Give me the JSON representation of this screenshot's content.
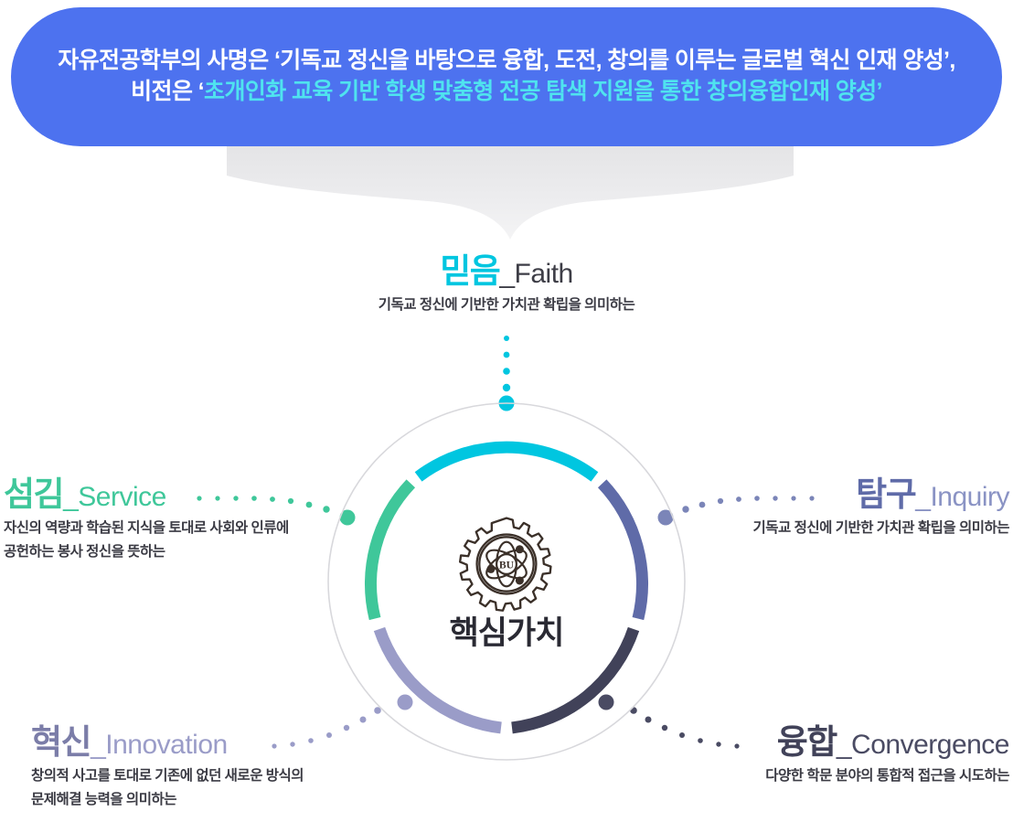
{
  "banner": {
    "line1": "자유전공학부의 사명은 ‘기독교 정신을 바탕으로 융합, 도전, 창의를 이루는 글로벌 혁신 인재 양성’,",
    "line2_prefix": "비전은 ‘",
    "line2_highlight": "초개인화 교육 기반 학생 맞춤형 전공 탐색 지원을 통한 창의융합인재 양성’",
    "bg_color": "#4d72ef",
    "text_color": "#ffffff",
    "highlight_color": "#4fe3ef"
  },
  "center": {
    "title": "핵심가치",
    "emblem_text": "BU",
    "emblem_name": "gear-atom-emblem"
  },
  "values": [
    {
      "id": "faith",
      "kr": "믿음",
      "en": "_Faith",
      "desc_line1": "기독교 정신에 기반한 가치관 확립을 의미하는",
      "desc_line2": "",
      "color": "#00c6e0",
      "kr_color": "#00c6e0",
      "en_color": "#3d3d46"
    },
    {
      "id": "service",
      "kr": "섬김",
      "en": "_Service",
      "desc_line1": "자신의 역량과 학습된 지식을 토대로 사회와 인류에",
      "desc_line2": "공헌하는 봉사 정신을 뜻하는",
      "color": "#3fc79a",
      "kr_color": "#3fc79a",
      "en_color": "#3fc79a"
    },
    {
      "id": "inquiry",
      "kr": "탐구",
      "en": "_Inquiry",
      "desc_line1": "기독교 정신에 기반한 가치관 확립을 의미하는",
      "desc_line2": "",
      "color": "#5f6ba8",
      "kr_color": "#5f6ba8",
      "en_color": "#8a93c4"
    },
    {
      "id": "innovation",
      "kr": "혁신",
      "en": "_Innovation",
      "desc_line1": "창의적 사고를 토대로 기존에 없던 새로운 방식의",
      "desc_line2": "문제해결 능력을 의미하는",
      "color": "#9a9cc8",
      "kr_color": "#7b7da8",
      "en_color": "#9a9cc8"
    },
    {
      "id": "convergence",
      "kr": "융합",
      "en": "_Convergence",
      "desc_line1": "다양한 학문 분야의 통합적 접근을 시도하는",
      "desc_line2": "",
      "color": "#414259",
      "kr_color": "#414259",
      "en_color": "#4a4b63"
    }
  ],
  "ring": {
    "outer_circle_color": "#d8d8dc",
    "segments": [
      {
        "name": "faith-segment",
        "color": "#00c6e0"
      },
      {
        "name": "inquiry-segment",
        "color": "#5f6ba8"
      },
      {
        "name": "convergence-segment",
        "color": "#414259"
      },
      {
        "name": "innovation-segment",
        "color": "#9a9cc8"
      },
      {
        "name": "service-segment",
        "color": "#3fc79a"
      }
    ]
  }
}
